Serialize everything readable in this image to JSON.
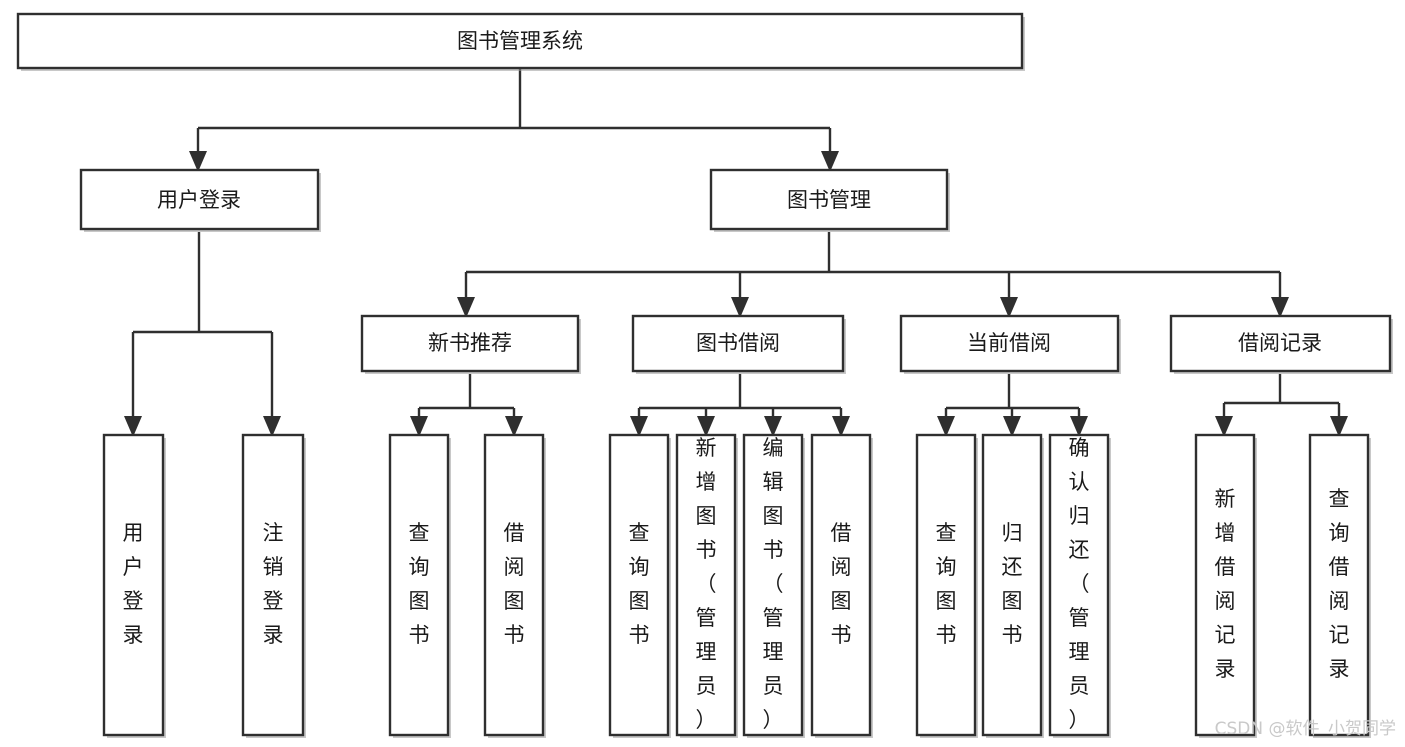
{
  "diagram": {
    "type": "tree",
    "title": "图书管理系统",
    "orientation": "top-down",
    "background_color": "#ffffff",
    "box_stroke_color": "#2f2f2f",
    "box_fill_color": "#ffffff",
    "text_color": "#1a1a1a",
    "levels": 4,
    "nodes": {
      "root": {
        "label": "图书管理系统",
        "level": 0
      },
      "l1_0": {
        "label": "用户登录",
        "level": 1
      },
      "l1_1": {
        "label": "图书管理",
        "level": 1
      },
      "l2_0": {
        "label": "新书推荐",
        "level": 2
      },
      "l2_1": {
        "label": "图书借阅",
        "level": 2
      },
      "l2_2": {
        "label": "当前借阅",
        "level": 2
      },
      "l2_3": {
        "label": "借阅记录",
        "level": 2
      },
      "leaf_0": {
        "label": "用户登录",
        "level": 3,
        "parent": "用户登录"
      },
      "leaf_1": {
        "label": "注销登录",
        "level": 3,
        "parent": "用户登录"
      },
      "leaf_2": {
        "label": "查询图书",
        "level": 3,
        "parent": "新书推荐"
      },
      "leaf_3": {
        "label": "借阅图书",
        "level": 3,
        "parent": "新书推荐"
      },
      "leaf_4": {
        "label": "查询图书",
        "level": 3,
        "parent": "图书借阅"
      },
      "leaf_5": {
        "label": "新增图书（管理员）",
        "level": 3,
        "parent": "图书借阅"
      },
      "leaf_6": {
        "label": "编辑图书（管理员）",
        "level": 3,
        "parent": "图书借阅"
      },
      "leaf_7": {
        "label": "借阅图书",
        "level": 3,
        "parent": "图书借阅"
      },
      "leaf_8": {
        "label": "查询图书",
        "level": 3,
        "parent": "当前借阅"
      },
      "leaf_9": {
        "label": "归还图书",
        "level": 3,
        "parent": "当前借阅"
      },
      "leaf_10": {
        "label": "确认归还（管理员）",
        "level": 3,
        "parent": "当前借阅"
      },
      "leaf_11": {
        "label": "新增借阅记录",
        "level": 3,
        "parent": "借阅记录"
      },
      "leaf_12": {
        "label": "查询借阅记录",
        "level": 3,
        "parent": "借阅记录"
      }
    }
  },
  "watermark": {
    "text": "CSDN @软件_小贺同学",
    "color": "#c9c9c9"
  }
}
